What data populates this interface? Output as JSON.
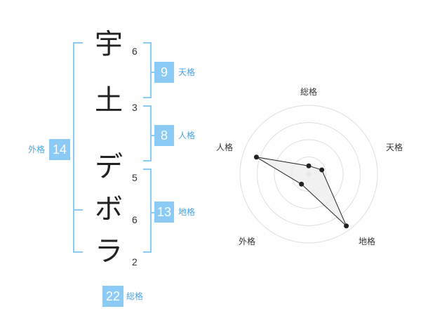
{
  "name": {
    "characters": [
      {
        "char": "宇",
        "strokes": "6"
      },
      {
        "char": "土",
        "strokes": "3"
      },
      {
        "char": "デ",
        "strokes": "5"
      },
      {
        "char": "ボ",
        "strokes": "6"
      },
      {
        "char": "ラ",
        "strokes": "2"
      }
    ]
  },
  "kaku": {
    "tenkaku": {
      "value": "9",
      "label": "天格"
    },
    "jinkaku": {
      "value": "8",
      "label": "人格"
    },
    "chikaku": {
      "value": "13",
      "label": "地格"
    },
    "gaikaku": {
      "value": "14",
      "label": "外格"
    },
    "soukaku": {
      "value": "22",
      "label": "総格"
    }
  },
  "colors": {
    "accent": "#8ccaf6",
    "bracket": "#8ccaf6",
    "radar_ring": "#dddddd",
    "radar_fill": "#eeeeee",
    "radar_line": "#222222"
  },
  "chart_data": {
    "type": "radar",
    "axes": [
      "総格",
      "天格",
      "地格",
      "外格",
      "人格"
    ],
    "values": [
      0.12,
      0.2,
      0.93,
      0.18,
      0.8
    ],
    "rings": 4,
    "range": [
      0,
      1
    ]
  }
}
